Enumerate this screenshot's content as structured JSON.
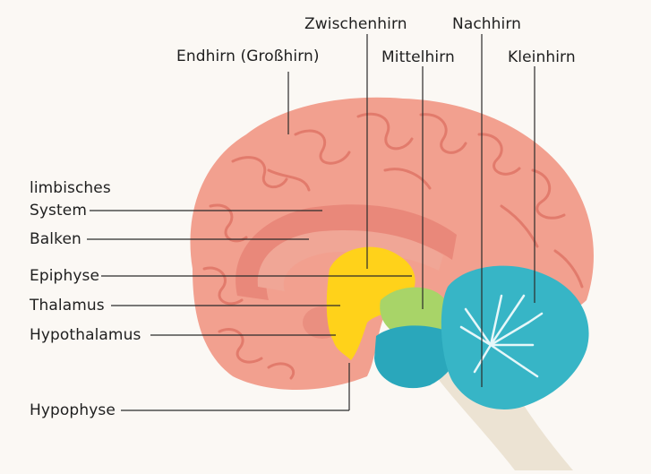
{
  "labels": {
    "endhirn": "Endhirn (Großhirn)",
    "zwischenhirn": "Zwischenhirn",
    "nachhirn": "Nachhirn",
    "mittelhirn": "Mittelhirn",
    "kleinhirn": "Kleinhirn",
    "limbisches_line1": "limbisches",
    "limbisches_line2": "System",
    "balken": "Balken",
    "epiphyse": "Epiphyse",
    "thalamus": "Thalamus",
    "hypothalamus": "Hypothalamus",
    "hypophyse": "Hypophyse"
  },
  "colors": {
    "background": "#fbf8f4",
    "cerebrum": "#f2a08f",
    "cerebrum_gyri": "#e27b6c",
    "limbic": "#e9887a",
    "balken": "#f0a696",
    "diencephalon": "#ffd21a",
    "midbrain": "#a8d468",
    "cerebellum": "#37b5c6",
    "cerebellum_white": "#e6f7f9",
    "brainstem": "#2aa7bb",
    "spinal_cord": "#ece3d3",
    "leader_line": "#2b2b2b"
  }
}
